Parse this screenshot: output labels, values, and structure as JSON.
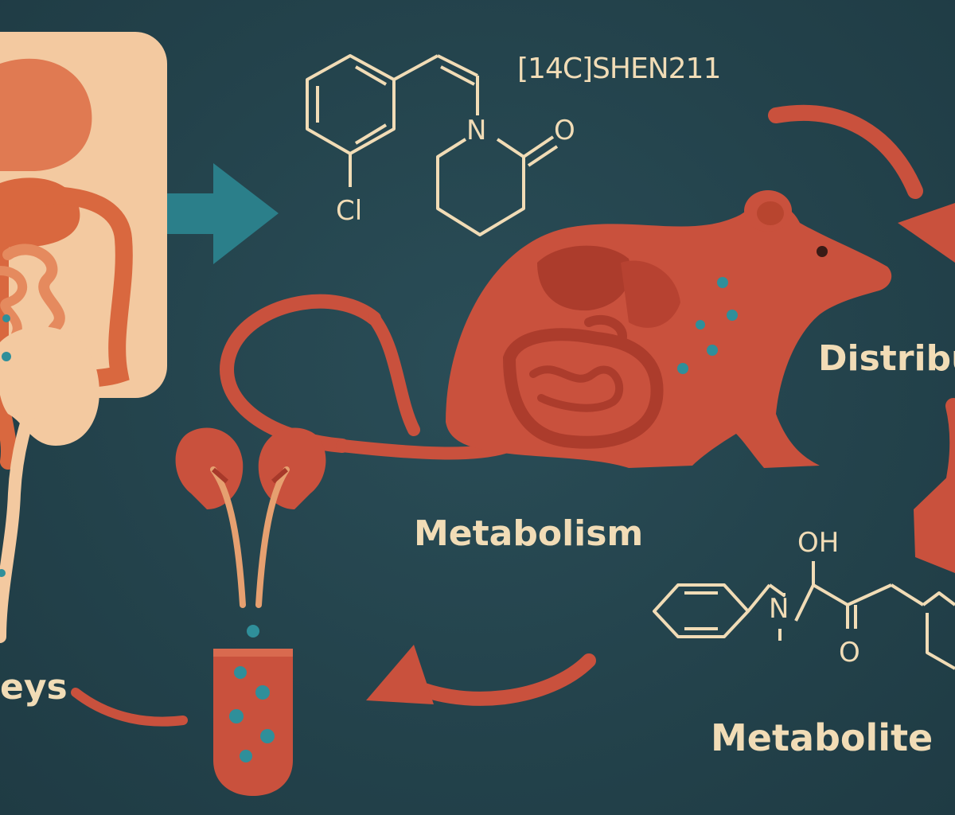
{
  "labels": {
    "compound": "[14C]SHEN211",
    "distribution": "Distribu",
    "metabolism": "Metabolism",
    "metabolite": "Metabolite",
    "kidneys": "eys"
  },
  "atoms": {
    "nitrogen": "N",
    "oxygen": "O",
    "chlorine": "Cl",
    "hydroxyl": "OH",
    "nitrogen2": "N",
    "oxygen2": "O"
  },
  "colors": {
    "background": "#23424b",
    "rat": "#c9513d",
    "organs": "#e07a52",
    "panel": "#f3c9a0",
    "accent_arrow": "#2b7f8a",
    "text": "#f1dcb6",
    "dots": "#2f8f9a"
  }
}
